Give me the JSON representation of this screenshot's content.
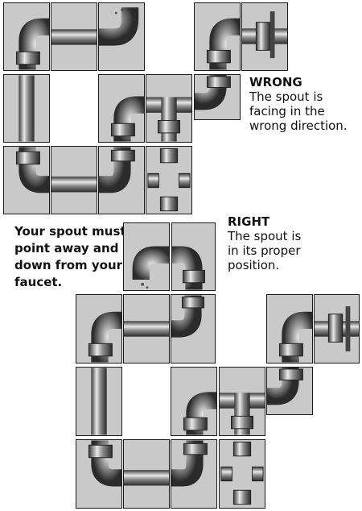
{
  "wrong": {
    "heading": "WRONG",
    "lines": [
      "The spout is",
      "facing in the",
      "wrong direction."
    ]
  },
  "right": {
    "heading": "RIGHT",
    "lines": [
      "The spout is",
      "in its proper",
      "position."
    ]
  },
  "spout_note": {
    "lines": [
      "Your spout must",
      "point away and",
      "down from your",
      "faucet."
    ]
  },
  "tile_color": "#c9c9c9"
}
